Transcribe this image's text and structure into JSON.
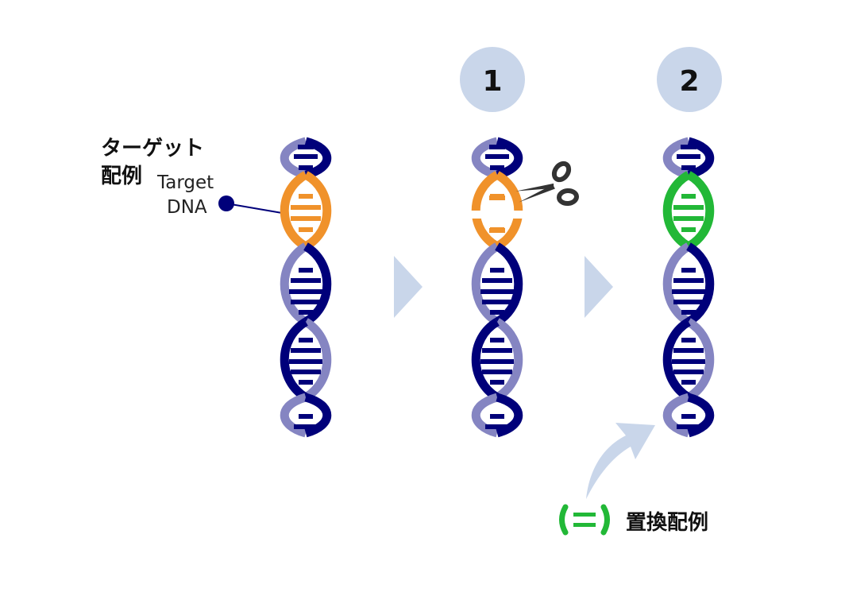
{
  "target_label": {
    "jp_line1": "ターゲット",
    "jp_line2": "配例",
    "en_line1": "Target",
    "en_line2": "DNA"
  },
  "steps": [
    {
      "number": "1",
      "action": "cut-with-scissors"
    },
    {
      "number": "2",
      "action": "insert-replacement"
    }
  ],
  "replacement_legend": {
    "label": "置換配例",
    "icon": "replacement-sequence-icon"
  },
  "strands": [
    {
      "name": "original",
      "highlight_color": "#F0922B"
    },
    {
      "name": "cut",
      "highlight_color": "#F0922B",
      "cut": true
    },
    {
      "name": "replaced",
      "highlight_color": "#22B837"
    }
  ],
  "colors": {
    "strand_dark": "#00007A",
    "strand_light": "#8585C2",
    "arrow": "#C9D6EA",
    "badge": "#C9D6EA",
    "scissors": "#333333",
    "pointer": "#00007A"
  }
}
